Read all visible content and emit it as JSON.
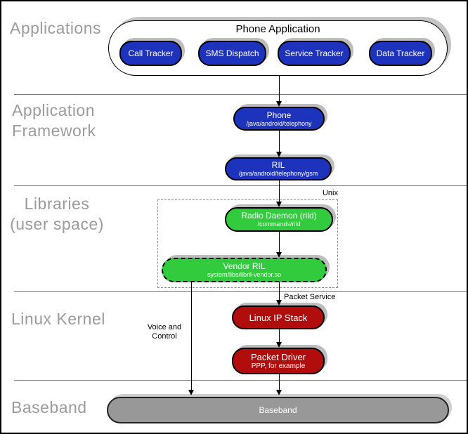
{
  "sections": {
    "applications": {
      "label": "Applications"
    },
    "framework": {
      "label": "Application\nFramework"
    },
    "libraries": {
      "label": "Libraries\n(user space)"
    },
    "kernel": {
      "label": "Linux Kernel"
    },
    "baseband": {
      "label": "Baseband"
    }
  },
  "phone_app": {
    "title": "Phone Application",
    "trackers": [
      "Call Tracker",
      "SMS Dispatch",
      "Service Tracker",
      "Data Tracker"
    ]
  },
  "nodes": {
    "phone": {
      "title": "Phone",
      "subtitle": "/java/android/telephony"
    },
    "ril": {
      "title": "RIL",
      "subtitle": "/java/android/telephony/gsm"
    },
    "radio_daemon": {
      "title": "Radio Daemon (rild)",
      "subtitle": "/commands/rild"
    },
    "vendor_ril": {
      "title": "Vendor RIL",
      "subtitle": "system/libs/libril-vendor.so"
    },
    "ip_stack": {
      "title": "Linux IP Stack"
    },
    "packet_driver": {
      "title": "Packet Driver",
      "subtitle": "PPP, for example"
    },
    "baseband": {
      "title": "Baseband"
    }
  },
  "annotations": {
    "unix": "Unix",
    "voice_control": "Voice and\nControl",
    "packet_service": "Packet Service"
  },
  "colors": {
    "node_blue": "#1d33bb",
    "node_green": "#33cb3e",
    "node_red": "#b20d0d",
    "node_gray": "#989898",
    "label_gray": "#9b9b9b"
  }
}
